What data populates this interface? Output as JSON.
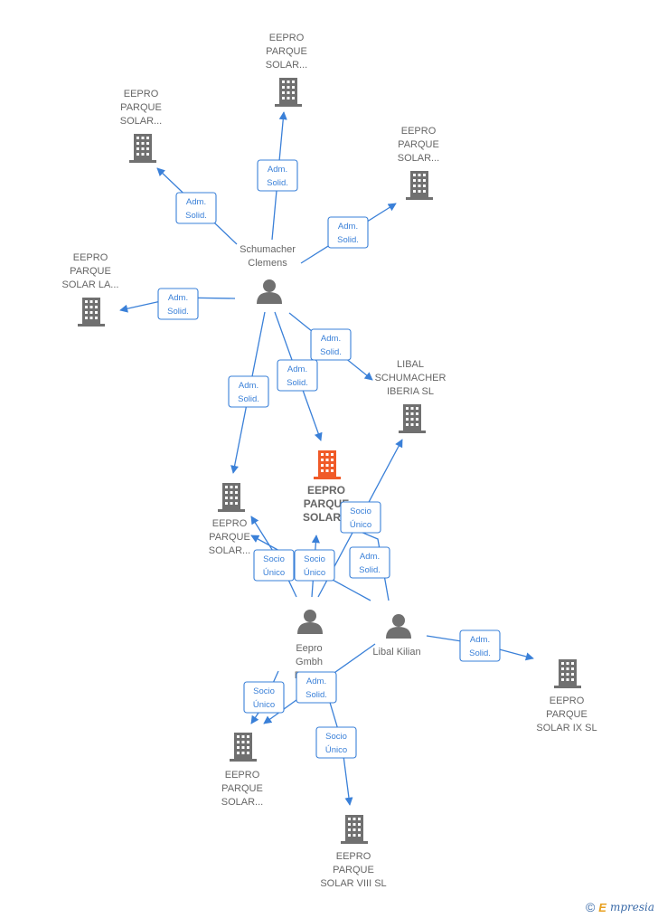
{
  "colors": {
    "edge": "#3a80d8",
    "node": "#707070",
    "highlight": "#f05a28",
    "label": "#666666"
  },
  "nodes": {
    "n_top": {
      "type": "company",
      "icon": "building-icon",
      "label": [
        "EEPRO",
        "PARQUE",
        "SOLAR..."
      ]
    },
    "n_tl": {
      "type": "company",
      "icon": "building-icon",
      "label": [
        "EEPRO",
        "PARQUE",
        "SOLAR..."
      ]
    },
    "n_tr": {
      "type": "company",
      "icon": "building-icon",
      "label": [
        "EEPRO",
        "PARQUE",
        "SOLAR..."
      ]
    },
    "n_left": {
      "type": "company",
      "icon": "building-icon",
      "label": [
        "EEPRO",
        "PARQUE",
        "SOLAR LA..."
      ]
    },
    "p_schumacher": {
      "type": "person",
      "icon": "person-icon",
      "label": [
        "Schumacher",
        "Clemens"
      ]
    },
    "n_libal_schumacher": {
      "type": "company",
      "icon": "building-icon",
      "label": [
        "LIBAL",
        "SCHUMACHER",
        "IBERIA  SL"
      ]
    },
    "n_main": {
      "type": "company",
      "icon": "building-icon",
      "highlight": true,
      "label": [
        "EEPRO",
        "PARQUE",
        "SOLAR..."
      ]
    },
    "n_midleft": {
      "type": "company",
      "icon": "building-icon",
      "label": [
        "EEPRO",
        "PARQUE",
        "SOLAR..."
      ]
    },
    "p_eepro": {
      "type": "person",
      "icon": "person-icon",
      "label": [
        "Eepro",
        "Gmbh",
        "Erne..."
      ]
    },
    "p_libal": {
      "type": "person",
      "icon": "person-icon",
      "label": [
        "Libal Kilian"
      ]
    },
    "n_ix": {
      "type": "company",
      "icon": "building-icon",
      "label": [
        "EEPRO",
        "PARQUE",
        "SOLAR IX  SL"
      ]
    },
    "n_bottomleft": {
      "type": "company",
      "icon": "building-icon",
      "label": [
        "EEPRO",
        "PARQUE",
        "SOLAR..."
      ]
    },
    "n_viii": {
      "type": "company",
      "icon": "building-icon",
      "label": [
        "EEPRO",
        "PARQUE",
        "SOLAR VIII  SL"
      ]
    }
  },
  "edges": [
    {
      "from": "p_schumacher",
      "to": "n_top",
      "label": [
        "Adm.",
        "Solid."
      ]
    },
    {
      "from": "p_schumacher",
      "to": "n_tl",
      "label": [
        "Adm.",
        "Solid."
      ]
    },
    {
      "from": "p_schumacher",
      "to": "n_tr",
      "label": [
        "Adm.",
        "Solid."
      ]
    },
    {
      "from": "p_schumacher",
      "to": "n_left",
      "label": [
        "Adm.",
        "Solid."
      ]
    },
    {
      "from": "p_schumacher",
      "to": "n_libal_schumacher",
      "label": [
        "Adm.",
        "Solid."
      ]
    },
    {
      "from": "p_schumacher",
      "to": "n_main",
      "label": [
        "Adm.",
        "Solid."
      ]
    },
    {
      "from": "p_schumacher",
      "to": "n_midleft",
      "label": [
        "Adm.",
        "Solid."
      ]
    },
    {
      "from": "p_eepro",
      "to": "n_midleft",
      "label": [
        "Socio",
        "Único"
      ]
    },
    {
      "from": "p_eepro",
      "to": "n_main",
      "label": [
        "Socio",
        "Único"
      ]
    },
    {
      "from": "p_eepro",
      "to": "n_libal_schumacher",
      "label": [
        "Socio",
        "Único"
      ]
    },
    {
      "from": "p_libal",
      "to": "n_midleft",
      "label": []
    },
    {
      "from": "p_libal",
      "to": "n_main",
      "label": [
        "Adm.",
        "Solid."
      ]
    },
    {
      "from": "p_libal",
      "to": "n_ix",
      "label": [
        "Adm.",
        "Solid."
      ]
    },
    {
      "from": "p_libal",
      "to": "n_bottomleft",
      "label": [
        "Adm.",
        "Solid."
      ]
    },
    {
      "from": "p_eepro",
      "to": "n_bottomleft",
      "label": [
        "Socio",
        "Único"
      ]
    },
    {
      "from": "p_eepro",
      "to": "n_viii",
      "label": [
        "Socio",
        "Único"
      ]
    }
  ],
  "brand": {
    "copyright": "©",
    "first_letter": "E",
    "rest": "mpresia"
  }
}
